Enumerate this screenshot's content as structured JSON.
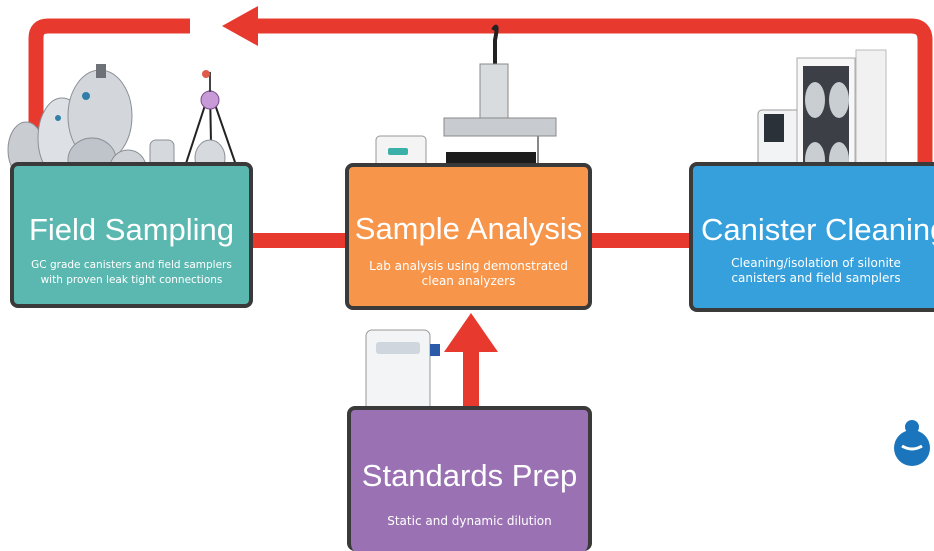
{
  "colors": {
    "arrow_red": "#e8392e",
    "field_sampling": "#5bb8b0",
    "sample_analysis": "#f7954a",
    "canister_cleaning": "#36a0dc",
    "standards_prep": "#9a72b4",
    "border": "#3a3a3a"
  },
  "stages": {
    "field_sampling": {
      "title": "Field Sampling",
      "desc_line1": "GC grade canisters and field samplers",
      "desc_line2": "with proven leak tight connections",
      "icon": "canisters-and-tripod-sampler-icon"
    },
    "sample_analysis": {
      "title": "Sample Analysis",
      "desc_line1": "Lab analysis using demonstrated",
      "desc_line2": "clean analyzers",
      "icon": "autosampler-analyzer-icon"
    },
    "canister_cleaning": {
      "title": "Canister Cleaning",
      "desc_line1": "Cleaning/isolation of silonite",
      "desc_line2": "canisters and field samplers",
      "icon": "canister-cleaning-oven-icon"
    },
    "standards_prep": {
      "title": "Standards Prep",
      "desc_line1": "Static and dynamic dilution",
      "icon": "dilution-system-icon"
    }
  },
  "logo": "partial-logo-icon"
}
